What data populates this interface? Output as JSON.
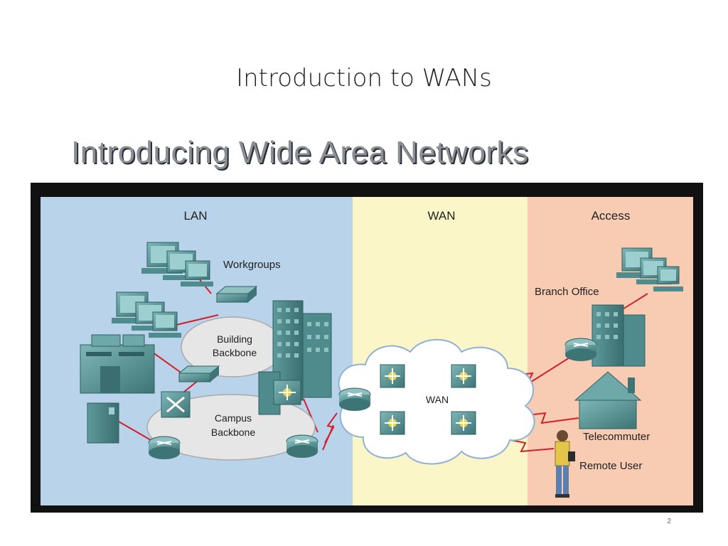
{
  "slide": {
    "title": "Introduction to WANs",
    "subtitle": "Introducing Wide Area Networks",
    "page_number": "2"
  },
  "diagram": {
    "zones": {
      "lan": "LAN",
      "wan": "WAN",
      "access": "Access"
    },
    "labels": {
      "workgroups": "Workgroups",
      "building_backbone_line1": "Building",
      "building_backbone_line2": "Backbone",
      "campus_backbone_line1": "Campus",
      "campus_backbone_line2": "Backbone",
      "wan_cloud": "WAN",
      "branch_office": "Branch Office",
      "telecommuter": "Telecommuter",
      "remote_user": "Remote User"
    },
    "colors": {
      "lan_zone": "#b9d3ea",
      "wan_zone": "#fbf6c8",
      "access_zone": "#f8cbb3",
      "device_teal": "#4f8c8e",
      "link_red": "#d21f2a"
    }
  }
}
